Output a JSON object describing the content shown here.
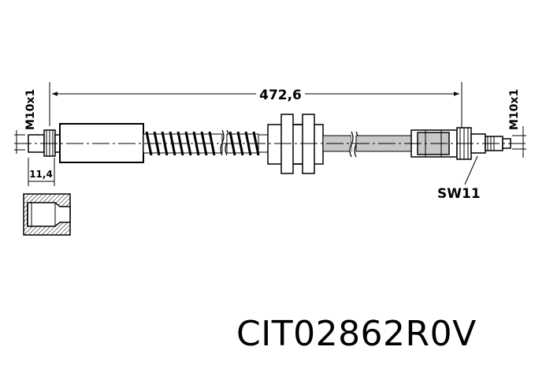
{
  "dimensions": {
    "overall_length": "472,6",
    "left_thread": "M10x1",
    "right_thread": "M10x1",
    "left_fitting_length": "11,4",
    "wrench_size": "SW11"
  },
  "part_code": "CIT02862R0V",
  "colors": {
    "line": "#000000",
    "fill_grey": "#c8c8c8",
    "background": "#ffffff"
  }
}
